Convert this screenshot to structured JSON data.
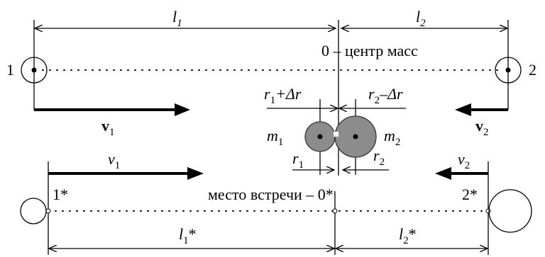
{
  "labels": {
    "l1": "l",
    "l1_sub": "1",
    "l2": "l",
    "l2_sub": "2",
    "body1": "1",
    "body2": "2",
    "center_of_mass": "0 – центр масс",
    "v1_bold": "v",
    "v1_bold_sub": "1",
    "v2_bold": "v",
    "v2_bold_sub": "2",
    "r1_plus": "r",
    "r1_plus_sub": "1",
    "r1_plus_rest": "+Δr",
    "r2_minus": "r",
    "r2_minus_sub": "2",
    "r2_minus_rest": "–Δr",
    "m1": "m",
    "m1_sub": "1",
    "m2": "m",
    "m2_sub": "2",
    "r1": "r",
    "r1_sub": "1",
    "r2": "r",
    "r2_sub": "2",
    "v1_it": "v",
    "v1_it_sub": "1",
    "v2_it": "v",
    "v2_it_sub": "2",
    "body1_star": "1*",
    "body2_star": "2*",
    "meeting_point": "место встречи – 0*",
    "l1_star": "l",
    "l1_star_sub": "1",
    "l1_star_rest": "*",
    "l2_star": "l",
    "l2_star_sub": "2",
    "l2_star_rest": "*"
  },
  "colors": {
    "ink": "#000000",
    "ball_fill": "#8c8c8c",
    "ball_stroke": "#333333"
  }
}
